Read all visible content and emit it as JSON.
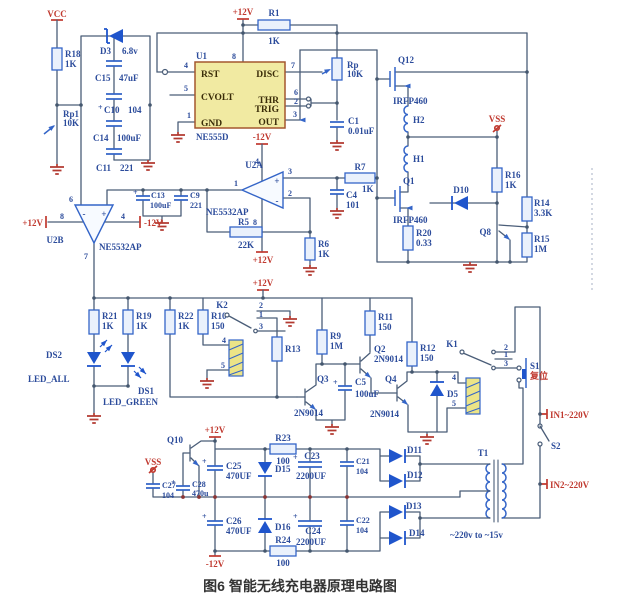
{
  "caption": "图6 智能无线充电器原理电路图",
  "power": {
    "vcc": "VCC",
    "p12": "+12V",
    "n12": "-12V",
    "vss": "VSS"
  },
  "u1": {
    "ref": "U1",
    "part": "NE555D",
    "rst": "RST",
    "cvolt": "CVOLT",
    "gnd": "GND",
    "disc": "DISC",
    "thr": "THR",
    "trig": "TRIG",
    "out": "OUT"
  },
  "u2": {
    "a": "U2A",
    "b": "U2B",
    "part": "NE5532AP",
    "plus": "+",
    "minus": "-"
  },
  "num": {
    "n1": "1",
    "n2": "2",
    "n3": "3",
    "n4": "4",
    "n5": "5",
    "n6": "6",
    "n7": "7",
    "n8": "8"
  },
  "res": {
    "r1": {
      "n": "R1",
      "v": "1K"
    },
    "rp": {
      "n": "Rp",
      "v": "10K"
    },
    "rp1": {
      "n": "Rp1",
      "v": "10K"
    },
    "r5": {
      "n": "R5",
      "v": "22K"
    },
    "r6": {
      "n": "R6",
      "v": "1K"
    },
    "r7": {
      "n": "R7",
      "v": "1K"
    },
    "r9": {
      "n": "R9",
      "v": "1M"
    },
    "r10": {
      "n": "R10",
      "v": "150"
    },
    "r11": {
      "n": "R11",
      "v": "150"
    },
    "r12": {
      "n": "R12",
      "v": "150"
    },
    "r13": {
      "n": "R13"
    },
    "r14": {
      "n": "R14",
      "v": "3.3K"
    },
    "r15": {
      "n": "R15",
      "v": "1M"
    },
    "r16": {
      "n": "R16",
      "v": "1K"
    },
    "r18": {
      "n": "R18",
      "v": "1K"
    },
    "r19": {
      "n": "R19",
      "v": "1K"
    },
    "r20": {
      "n": "R20",
      "v": "0.33"
    },
    "r21": {
      "n": "R21",
      "v": "1K"
    },
    "r22": {
      "n": "R22",
      "v": "1K"
    },
    "r23": {
      "n": "R23",
      "v": "100"
    },
    "r24": {
      "n": "R24",
      "v": "100"
    }
  },
  "cap": {
    "plus": "+",
    "c1": {
      "n": "C1",
      "v": "0.01uF"
    },
    "c4": {
      "n": "C4",
      "v": "101"
    },
    "c5": {
      "n": "C5",
      "v": "100uF"
    },
    "c9": {
      "n": "C9",
      "v": "221"
    },
    "c10": {
      "n": "C10",
      "v": "104"
    },
    "c11": {
      "n": "C11",
      "v": "221"
    },
    "c13": {
      "n": "C13",
      "v": "100uF"
    },
    "c14": {
      "n": "C14",
      "v": "100uF"
    },
    "c15": {
      "n": "C15",
      "v": "47uF"
    },
    "c21": {
      "n": "C21",
      "v": "104"
    },
    "c22": {
      "n": "C22",
      "v": "104"
    },
    "c23": {
      "n": "C23",
      "v": "2200UF"
    },
    "c24": {
      "n": "C24",
      "v": "2200UF"
    },
    "c25": {
      "n": "C25",
      "v": "470UF"
    },
    "c26": {
      "n": "C26",
      "v": "470UF"
    },
    "c27": {
      "n": "C27",
      "v": "104"
    },
    "c28": {
      "n": "C28",
      "v": "470u"
    }
  },
  "dio": {
    "d3": {
      "n": "D3",
      "v": "6.8v"
    },
    "d5": {
      "n": "D5"
    },
    "d10": {
      "n": "D10"
    },
    "d11": {
      "n": "D11"
    },
    "d12": {
      "n": "D12"
    },
    "d13": {
      "n": "D13"
    },
    "d14": {
      "n": "D14"
    },
    "d15": {
      "n": "D15"
    },
    "d16": {
      "n": "D16"
    }
  },
  "led": {
    "ds1": {
      "n": "DS1",
      "v": "LED_GREEN"
    },
    "ds2": {
      "n": "DS2",
      "v": "LED_ALL"
    }
  },
  "tr": {
    "q1": {
      "n": "Q1",
      "p": "IRFP460"
    },
    "q2": {
      "n": "Q2",
      "p": "2N9014"
    },
    "q3": {
      "n": "Q3",
      "p": "2N9014"
    },
    "q4": {
      "n": "Q4",
      "p": "2N9014"
    },
    "q8": {
      "n": "Q8"
    },
    "q10": {
      "n": "Q10"
    },
    "q12": {
      "n": "Q12",
      "p": "IRFP460"
    }
  },
  "ind": {
    "h1": "H1",
    "h2": "H2"
  },
  "relay": {
    "k1": "K1",
    "k2": "K2"
  },
  "sw": {
    "s1": "S1",
    "s1v": "复位",
    "s2": "S2"
  },
  "tf": {
    "t1": "T1",
    "t1v": "~220v to ~15v"
  },
  "mains": {
    "in1": "IN1~220V",
    "in2": "IN2~220V"
  }
}
